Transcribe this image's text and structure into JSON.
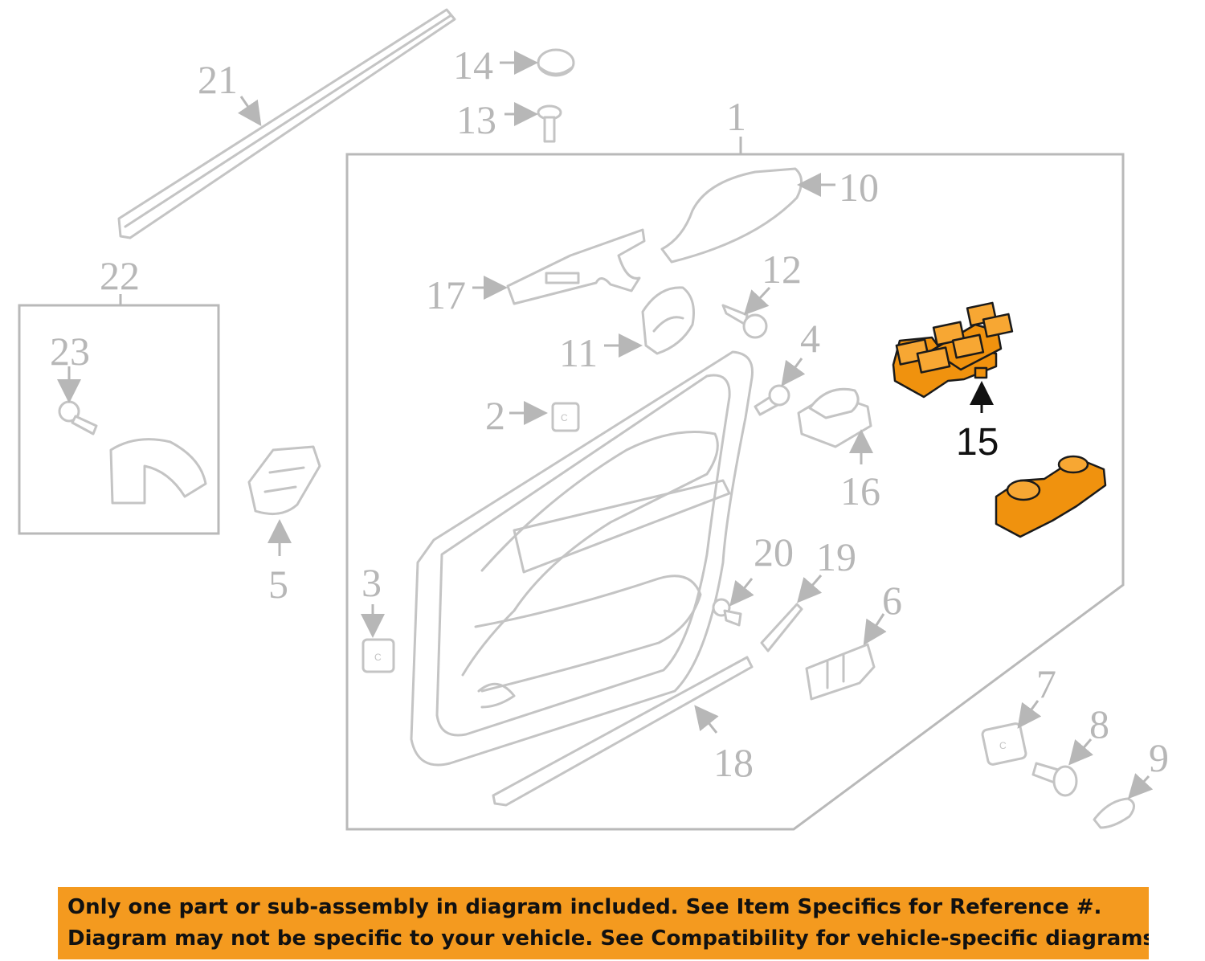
{
  "diagram": {
    "callouts": {
      "c1": "1",
      "c2": "2",
      "c3": "3",
      "c4": "4",
      "c5": "5",
      "c6": "6",
      "c7": "7",
      "c8": "8",
      "c9": "9",
      "c10": "10",
      "c11": "11",
      "c12": "12",
      "c13": "13",
      "c14": "14",
      "c15": "15",
      "c16": "16",
      "c17": "17",
      "c18": "18",
      "c19": "19",
      "c20": "20",
      "c21": "21",
      "c22": "22",
      "c23": "23"
    },
    "highlighted_part": "15",
    "highlight_color": "#f0920e",
    "callout_color": "#b7b7b7"
  },
  "disclaimer": {
    "line1": "Only one part or sub-assembly in diagram included. See Item Specifics for Reference #.",
    "line2": "Diagram may not be specific to your vehicle. See Compatibility for vehicle-specific diagrams.",
    "background": "#f49a1f"
  }
}
